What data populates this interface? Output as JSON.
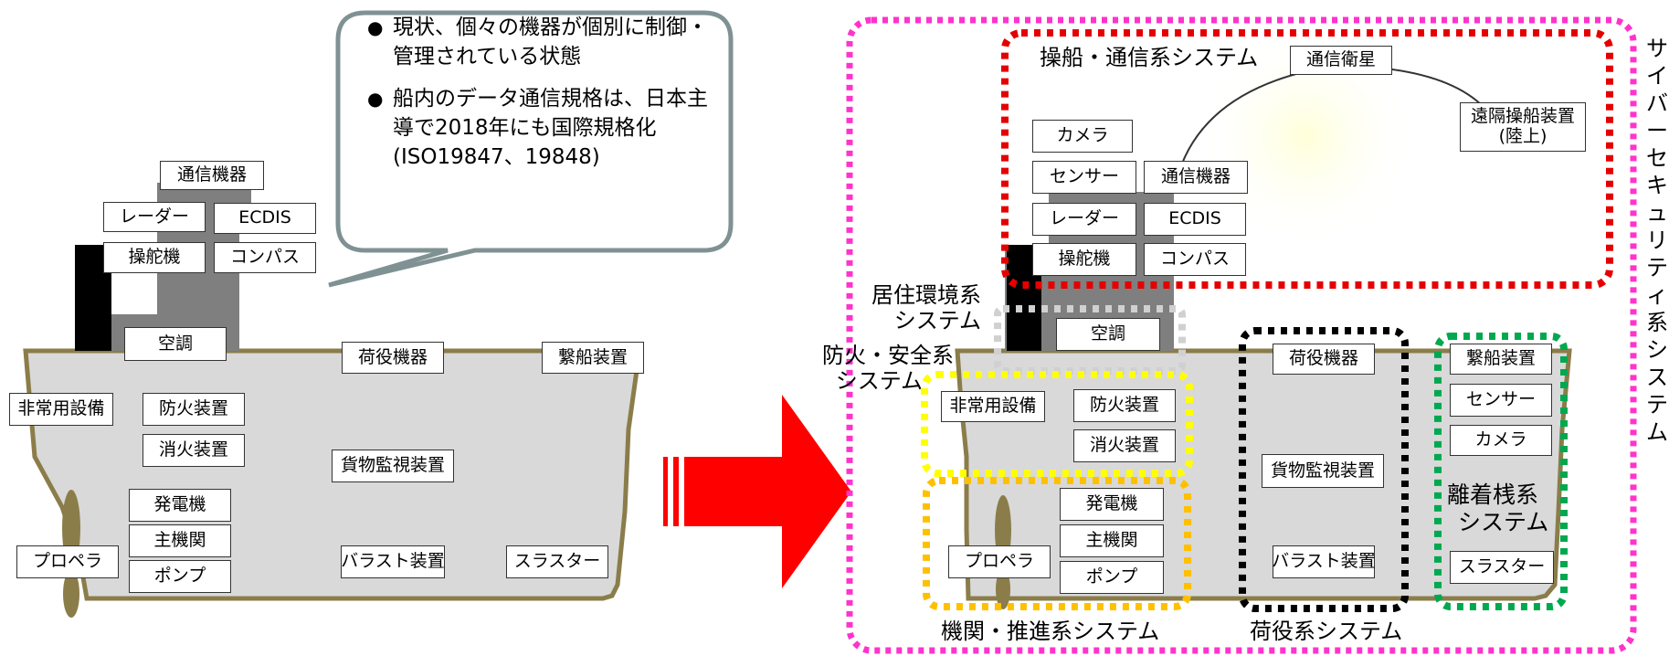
{
  "callout": {
    "bullets": [
      "現状、個々の機器が個別に制御・管理されている状態",
      "船内のデータ通信規格は、日本主導で2018年にも国際規格化(ISO19847、19848)"
    ]
  },
  "left_ship": {
    "labels": {
      "comm": "通信機器",
      "radar": "レーダー",
      "ecdis": "ECDIS",
      "steering": "操舵機",
      "compass": "コンパス",
      "aircon": "空調",
      "cargo_gear": "荷役機器",
      "mooring": "繋船装置",
      "emergency": "非常用設備",
      "fire_prevent": "防火装置",
      "fire_ext": "消火装置",
      "cargo_monitor": "貨物監視装置",
      "generator": "発電機",
      "main_engine": "主機関",
      "pump": "ポンプ",
      "propeller": "プロペラ",
      "ballast": "バラスト装置",
      "thruster": "スラスター"
    }
  },
  "right_ship": {
    "labels": {
      "satellite": "通信衛星",
      "remote_ops": "遠隔操船装置(陸上)",
      "camera_top": "カメラ",
      "sensor_top": "センサー",
      "comm": "通信機器",
      "radar": "レーダー",
      "ecdis": "ECDIS",
      "steering": "操舵機",
      "compass": "コンパス",
      "aircon": "空調",
      "cargo_gear": "荷役機器",
      "mooring": "繋船装置",
      "emergency": "非常用設備",
      "fire_prevent": "防火装置",
      "fire_ext": "消火装置",
      "sensor_bow": "センサー",
      "camera_bow": "カメラ",
      "cargo_monitor": "貨物監視装置",
      "generator": "発電機",
      "main_engine": "主機関",
      "pump": "ポンプ",
      "propeller": "プロペラ",
      "ballast": "バラスト装置",
      "thruster": "スラスター"
    },
    "groups": {
      "navigation_comm": "操船・通信系システム",
      "living_line1": "居住環境系",
      "living_line2": "システム",
      "fire_safety_line1": "防火・安全系",
      "fire_safety_line2": "システム",
      "engine_propulsion": "機関・推進系システム",
      "cargo_handling": "荷役系システム",
      "berthing_line1": "離着桟系",
      "berthing_line2": "システム",
      "cyber_security": "サイバーセキュリティ系システム"
    }
  },
  "colors": {
    "hull_fill": "#d9d9d9",
    "hull_stroke": "#8b7d4a",
    "funnel": "#7f7f7f",
    "arrow": "#ff0000",
    "cyber": "#ff33cc",
    "navigation": "#e50000",
    "living": "#d0d0d0",
    "fire_safety": "#ffff00",
    "engine": "#ffc000",
    "cargo": "#000000",
    "berthing": "#00a84f"
  }
}
